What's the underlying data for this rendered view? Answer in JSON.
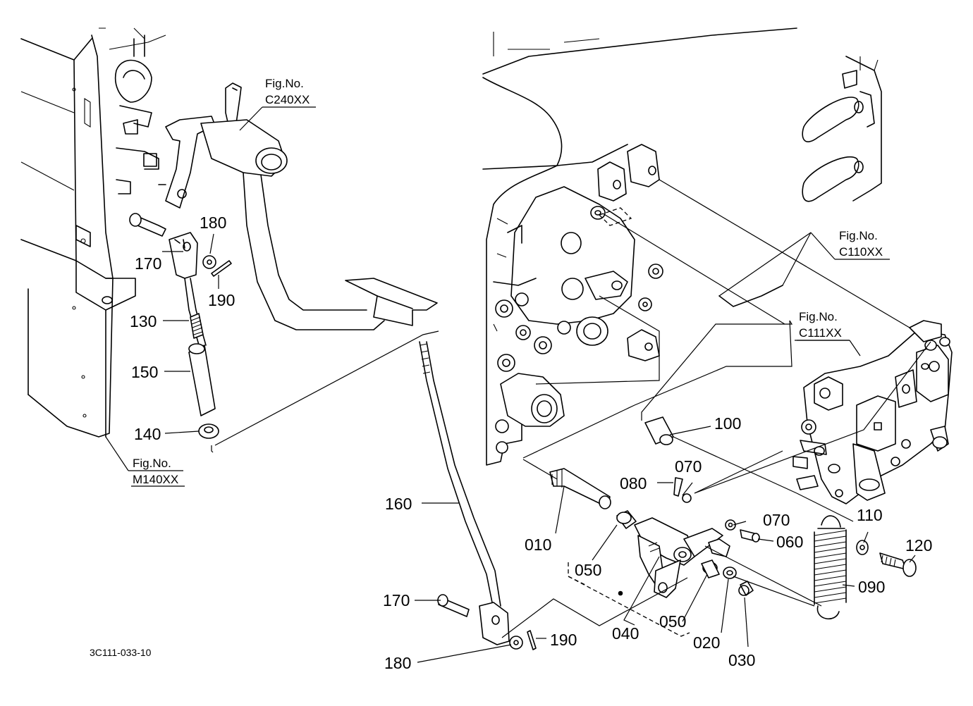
{
  "drawing_code": "3C111-033-10",
  "fig_refs": [
    {
      "id": "c240",
      "title": "Fig.No.",
      "code": "C240XX"
    },
    {
      "id": "c110",
      "title": "Fig.No.",
      "code": "C110XX"
    },
    {
      "id": "c111",
      "title": "Fig.No.",
      "code": "C111XX"
    },
    {
      "id": "m140",
      "title": "Fig.No.",
      "code": "M140XX"
    }
  ],
  "parts": [
    {
      "id": "p180a",
      "label": "180"
    },
    {
      "id": "p170a",
      "label": "170"
    },
    {
      "id": "p190a",
      "label": "190"
    },
    {
      "id": "p130",
      "label": "130"
    },
    {
      "id": "p150",
      "label": "150"
    },
    {
      "id": "p140",
      "label": "140"
    },
    {
      "id": "p100",
      "label": "100"
    },
    {
      "id": "p070a",
      "label": "070"
    },
    {
      "id": "p080",
      "label": "080"
    },
    {
      "id": "p160",
      "label": "160"
    },
    {
      "id": "p010",
      "label": "010"
    },
    {
      "id": "p050a",
      "label": "050"
    },
    {
      "id": "p070b",
      "label": "070"
    },
    {
      "id": "p060",
      "label": "060"
    },
    {
      "id": "p110",
      "label": "110"
    },
    {
      "id": "p120",
      "label": "120"
    },
    {
      "id": "p090",
      "label": "090"
    },
    {
      "id": "p170b",
      "label": "170"
    },
    {
      "id": "p190b",
      "label": "190"
    },
    {
      "id": "p180b",
      "label": "180"
    },
    {
      "id": "p040",
      "label": "040"
    },
    {
      "id": "p050b",
      "label": "050"
    },
    {
      "id": "p020",
      "label": "020"
    },
    {
      "id": "p030",
      "label": "030"
    }
  ]
}
